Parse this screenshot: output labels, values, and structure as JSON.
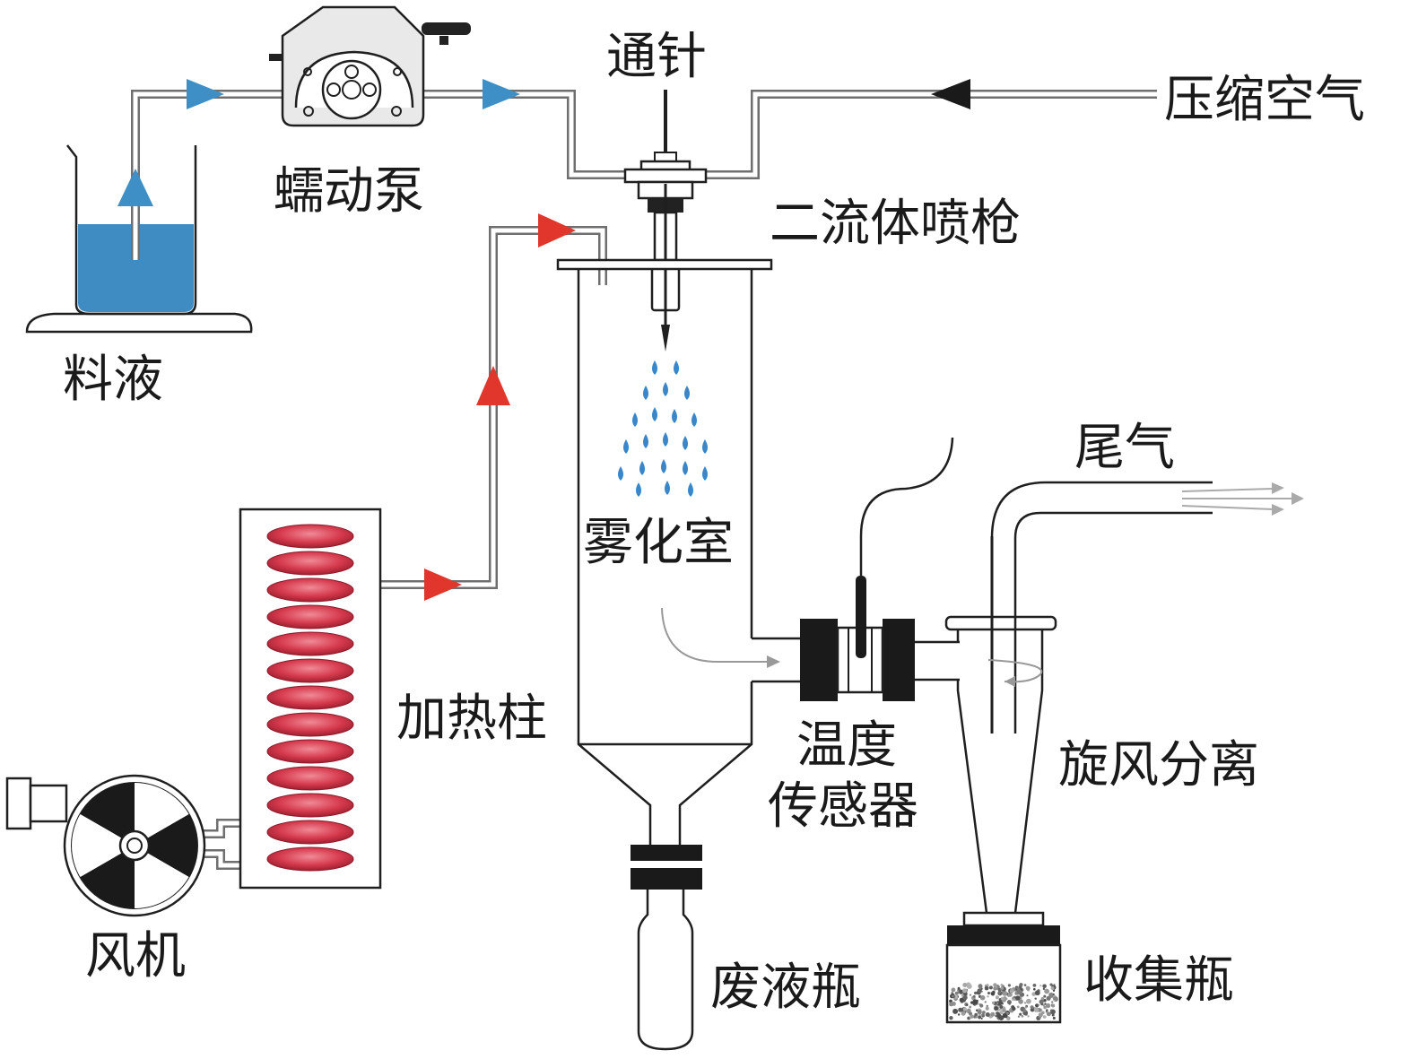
{
  "labels": {
    "feed_liquid": "料液",
    "peristaltic_pump": "蠕动泵",
    "through_needle": "通针",
    "compressed_air": "压缩空气",
    "two_fluid_nozzle": "二流体喷枪",
    "atomization_chamber": "雾化室",
    "exhaust_gas": "尾气",
    "heating_column": "加热柱",
    "temperature_sensor_line1": "温度",
    "temperature_sensor_line2": "传感器",
    "cyclone_separator": "旋风分离",
    "fan": "风机",
    "waste_bottle": "废液瓶",
    "collection_bottle": "收集瓶"
  },
  "colors": {
    "liquid_flow_arrow": "#3d8fc6",
    "hot_air_arrow": "#e0362c",
    "compressed_air_arrow": "#1a1a1a",
    "liquid_fill": "#3f8cc2",
    "heater_disc": "#d63a4d",
    "droplet": "#3a86c8",
    "pipe": "#6f6f6f"
  }
}
